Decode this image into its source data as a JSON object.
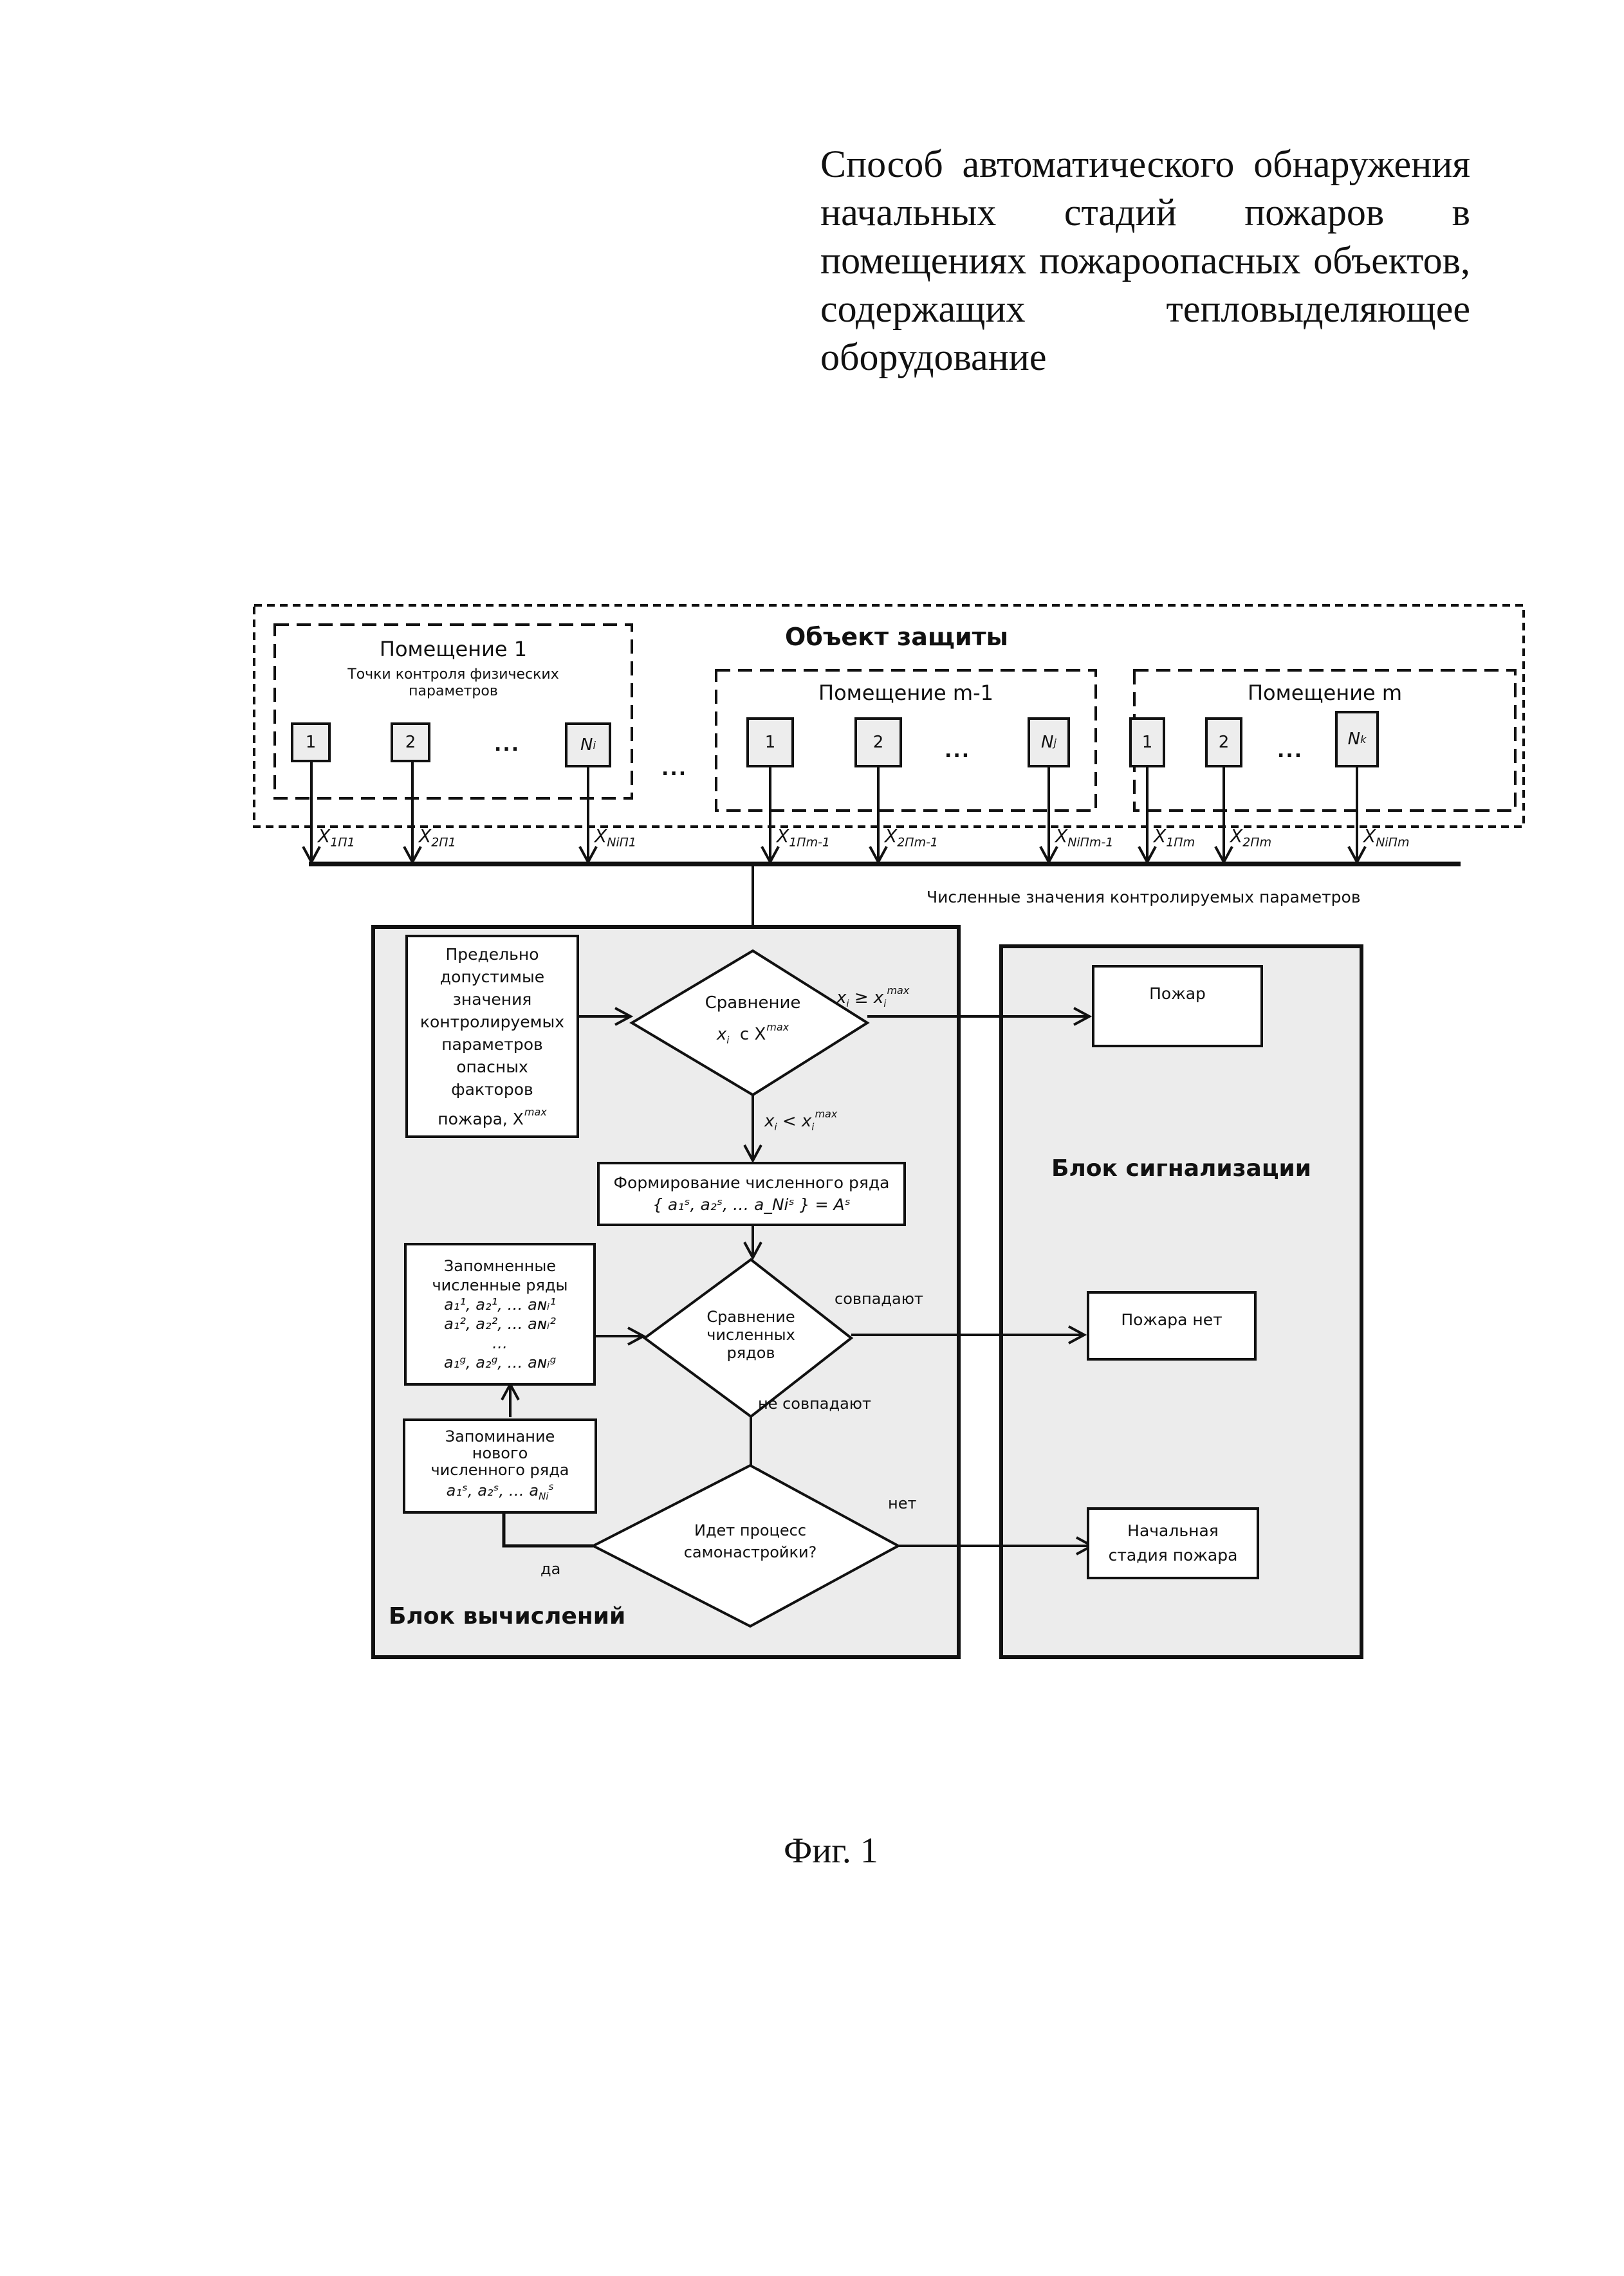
{
  "document": {
    "title_lines": [
      {
        "words": [
          "Способ",
          "автоматического",
          "обнаружения"
        ],
        "justify": true
      },
      {
        "words": [
          "начальных",
          "стадий",
          "пожаров",
          "в"
        ],
        "justify": true
      },
      {
        "words": [
          "помещениях",
          "пожароопасных",
          "объектов,"
        ],
        "justify": true
      },
      {
        "words": [
          "содержащих",
          "тепловыделяющее"
        ],
        "justify": true
      },
      {
        "words": [
          "оборудование"
        ],
        "justify": false
      }
    ],
    "figure_caption": "Фиг. 1"
  },
  "protection_object": {
    "title": "Объект защиты",
    "between_rooms_ellipsis": "...",
    "rooms": [
      {
        "title": "Помещение 1",
        "subtitle_line1": "Точки контроля физических",
        "subtitle_line2": "параметров",
        "sensors": [
          {
            "label": "1"
          },
          {
            "label": "2"
          },
          {
            "label": "N",
            "sub": "i"
          }
        ],
        "ellipsis": "..."
      },
      {
        "title": "Помещение m-1",
        "sensors": [
          {
            "label": "1"
          },
          {
            "label": "2"
          },
          {
            "label": "N",
            "sub": "j"
          }
        ],
        "ellipsis": "..."
      },
      {
        "title": "Помещение m",
        "sensors": [
          {
            "label": "1"
          },
          {
            "label": "2"
          },
          {
            "label": "N",
            "sub": "k"
          }
        ],
        "ellipsis": "..."
      }
    ]
  },
  "signals": [
    {
      "base": "X",
      "sub": "1П1"
    },
    {
      "base": "X",
      "sub": "2П1"
    },
    {
      "base": "X",
      "sub": "NiП1"
    },
    {
      "base": "X",
      "sub": "1Пm-1"
    },
    {
      "base": "X",
      "sub": "2Пm-1"
    },
    {
      "base": "X",
      "sub": "NiПm-1"
    },
    {
      "base": "X",
      "sub": "1Пm"
    },
    {
      "base": "X",
      "sub": "2Пm"
    },
    {
      "base": "X",
      "sub": "NiПm"
    }
  ],
  "bus_label": "Численные значения контролируемых параметров",
  "calc_block": {
    "title": "Блок вычислений",
    "limits_box": {
      "lines": [
        "Предельно",
        "допустимые",
        "значения",
        "контролируемых",
        "параметров",
        "опасных",
        "факторов"
      ],
      "last_line": "пожара, X",
      "last_sup": "max"
    },
    "compare_diamond": {
      "line1": "Сравнение",
      "line2_var": "x",
      "line2_sub": "i",
      "line2_mid": "с X",
      "line2_sup": "max"
    },
    "cond_ge": {
      "lhs": "x",
      "lhs_sub": "i",
      "op": "≥",
      "rhs": "x",
      "rhs_sub": "i",
      "rhs_sup": "max"
    },
    "cond_lt": {
      "lhs": "x",
      "lhs_sub": "i",
      "op": "<",
      "rhs": "x",
      "rhs_sub": "i",
      "rhs_sup": "max"
    },
    "form_series_box": {
      "line1": "Формирование численного ряда",
      "formula": "{ a₁ˢ, a₂ˢ, … a_Niˢ } = Aˢ"
    },
    "stored_series_box": {
      "line1": "Запомненные",
      "line2": "численные ряды",
      "rows": [
        {
          "sup": "1",
          "text": "a₁¹, a₂¹, … a_Ni¹"
        },
        {
          "sup": "2",
          "text": "a₁², a₂², … a_Ni²"
        },
        {
          "sup": "",
          "text": "…"
        },
        {
          "sup": "g",
          "text": "a₁ᵍ, a₂ᵍ, … a_Niᵍ"
        }
      ]
    },
    "compare_series_diamond": {
      "line1": "Сравнение",
      "line2": "численных",
      "line3": "рядов"
    },
    "match_label": "совпадают",
    "no_match_label": "не совпадают",
    "remember_box": {
      "line1": "Запоминание",
      "line2": "нового",
      "line3": "численного ряда",
      "sup": "s"
    },
    "selftune_diamond": {
      "line1": "Идет процесс",
      "line2": "самонастройки?"
    },
    "yes_label": "да",
    "no_label": "нет"
  },
  "signal_block": {
    "title": "Блок сигнализации",
    "fire_box": "Пожар",
    "no_fire_box": "Пожара нет",
    "initial_stage_line1": "Начальная",
    "initial_stage_line2": "стадия пожара"
  },
  "colors": {
    "ink": "#111111",
    "panel_fill": "#ececec",
    "sensor_fill": "#ededed",
    "box_fill": "#ffffff"
  }
}
